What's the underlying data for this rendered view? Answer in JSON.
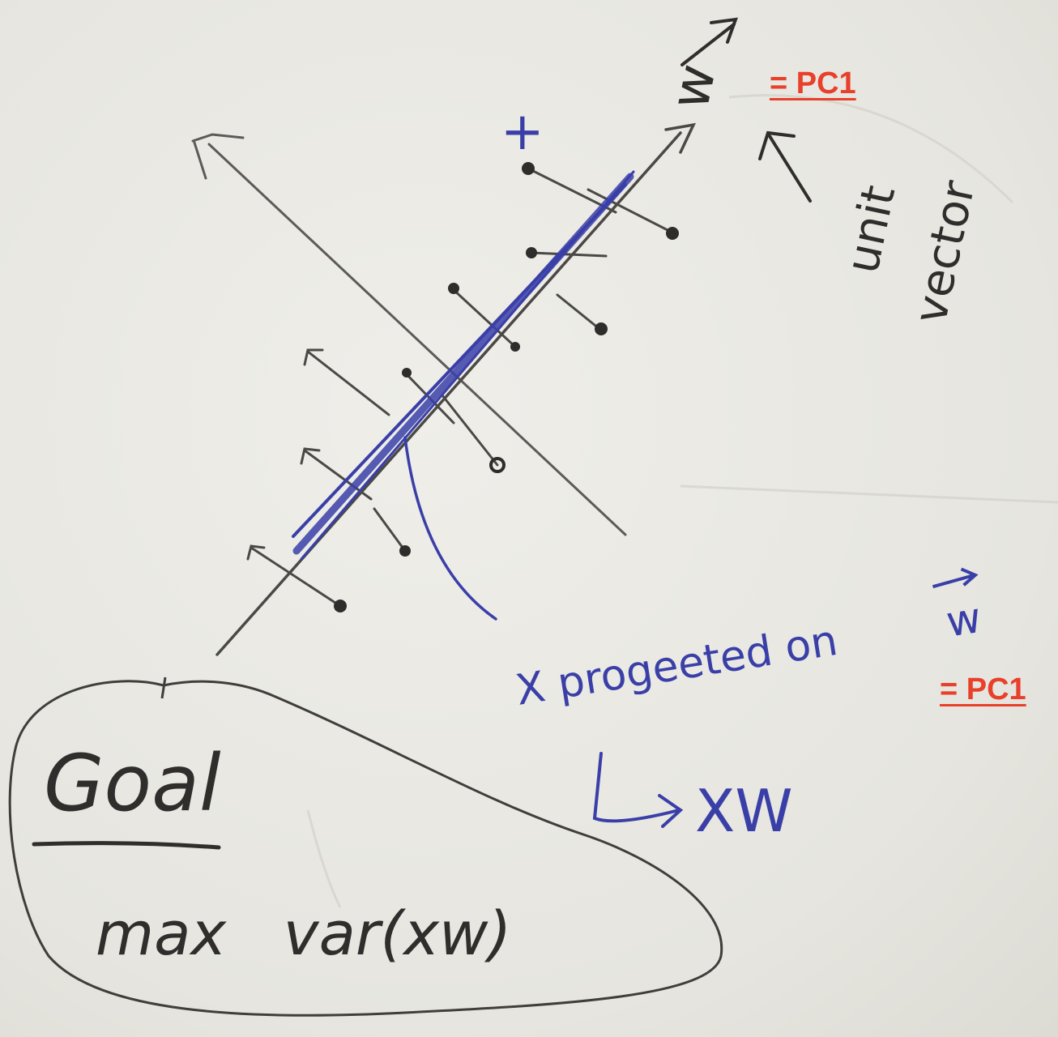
{
  "annotations": {
    "w_symbol": "w",
    "plus_sign": "+",
    "pc1_top": "= PC1",
    "pc1_bottom": "= PC1",
    "unit_vector_line1": "unit",
    "unit_vector_line2": "vector",
    "projected_caption": "X progeeted on",
    "projected_caption_w": "w",
    "xw_result": "XW",
    "goal_title": "Goal",
    "goal_formula": "max   var(xw)"
  },
  "colors": {
    "paper": "#e9e8e2",
    "pencil": "#5c5b58",
    "blue_ink": "#3a3fa8",
    "red_label": "#e8402a"
  }
}
